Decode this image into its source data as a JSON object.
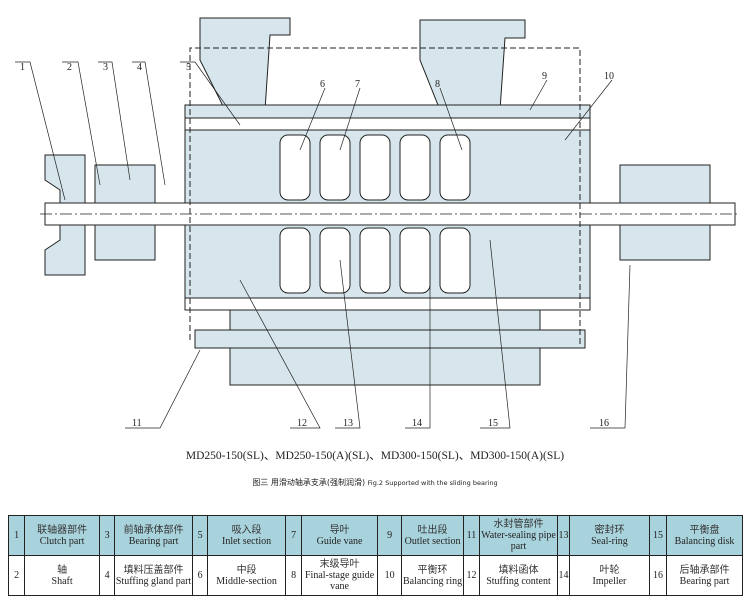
{
  "diagram": {
    "callouts": [
      "1",
      "2",
      "3",
      "4",
      "5",
      "6",
      "7",
      "8",
      "9",
      "10",
      "11",
      "12",
      "13",
      "14",
      "15",
      "16"
    ],
    "models": "MD250-150(SL)、MD250-150(A)(SL)、MD300-150(SL)、MD300-150(A)(SL)",
    "caption_zh": "图三 用滑动轴承支承(强制润滑)",
    "caption_en": "Fig.2 Supported with the sliding bearing",
    "fill_color": "#d6e6ec",
    "table_header_color": "#a9d3dc"
  },
  "parts": [
    {
      "no": "1",
      "zh": "联轴器部件",
      "en": "Clutch part"
    },
    {
      "no": "2",
      "zh": "轴",
      "en": "Shaft"
    },
    {
      "no": "3",
      "zh": "前轴承体部件",
      "en": "Bearing part"
    },
    {
      "no": "4",
      "zh": "填料压盖部件",
      "en": "Stuffing gland part"
    },
    {
      "no": "5",
      "zh": "吸入段",
      "en": "Inlet section"
    },
    {
      "no": "6",
      "zh": "中段",
      "en": "Middle-section"
    },
    {
      "no": "7",
      "zh": "导叶",
      "en": "Guide vane"
    },
    {
      "no": "8",
      "zh": "末级导叶",
      "en": "Final-stage guide vane"
    },
    {
      "no": "9",
      "zh": "吐出段",
      "en": "Outlet section"
    },
    {
      "no": "10",
      "zh": "平衡环",
      "en": "Balancing ring"
    },
    {
      "no": "11",
      "zh": "水封管部件",
      "en": "Water-sealing pipe part"
    },
    {
      "no": "12",
      "zh": "填料函体",
      "en": "Stuffing content"
    },
    {
      "no": "13",
      "zh": "密封环",
      "en": "Seal-ring"
    },
    {
      "no": "14",
      "zh": "叶轮",
      "en": "Impeller"
    },
    {
      "no": "15",
      "zh": "平衡盘",
      "en": "Balancing disk"
    },
    {
      "no": "16",
      "zh": "后轴承部件",
      "en": "Bearing part"
    }
  ]
}
